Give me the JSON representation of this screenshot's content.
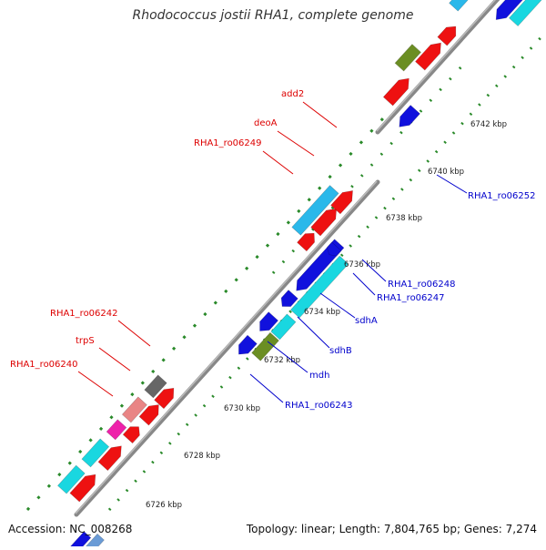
{
  "title": "Rhodococcus jostii RHA1, complete genome",
  "footer": {
    "accession_label": "Accession:",
    "accession_value": "NC_008268",
    "summary": "Topology: linear; Length: 7,804,765 bp; Genes: 7,274"
  },
  "colors": {
    "forward_gene": "#ee1111",
    "reverse_gene": "#1111dd",
    "cyan_feature": "#19d7e0",
    "sky_feature": "#2ab8ea",
    "olive_feature": "#6b8e23",
    "grey_feature": "#666666",
    "pink_feature": "#e98585",
    "magenta_feature": "#ee22aa",
    "backbone": "#888888",
    "tick": "#2a8a2a",
    "label_forward": "#dd0000",
    "label_reverse": "#0000cc"
  },
  "scale_labels": [
    "6726 kbp",
    "6728 kbp",
    "6730 kbp",
    "6732 kbp",
    "6734 kbp",
    "6736 kbp",
    "6738 kbp",
    "6740 kbp",
    "6742 kbp"
  ],
  "gene_labels": {
    "add2": "add2",
    "deoA": "deoA",
    "rha1_ro06249": "RHA1_ro06249",
    "rha1_ro06252": "RHA1_ro06252",
    "rha1_ro06248": "RHA1_ro06248",
    "rha1_ro06247": "RHA1_ro06247",
    "sdhA": "sdhA",
    "sdhB": "sdhB",
    "mdh": "mdh",
    "rha1_ro06243": "RHA1_ro06243",
    "rha1_ro06242": "RHA1_ro06242",
    "trpS": "trpS",
    "rha1_ro06240": "RHA1_ro06240"
  }
}
